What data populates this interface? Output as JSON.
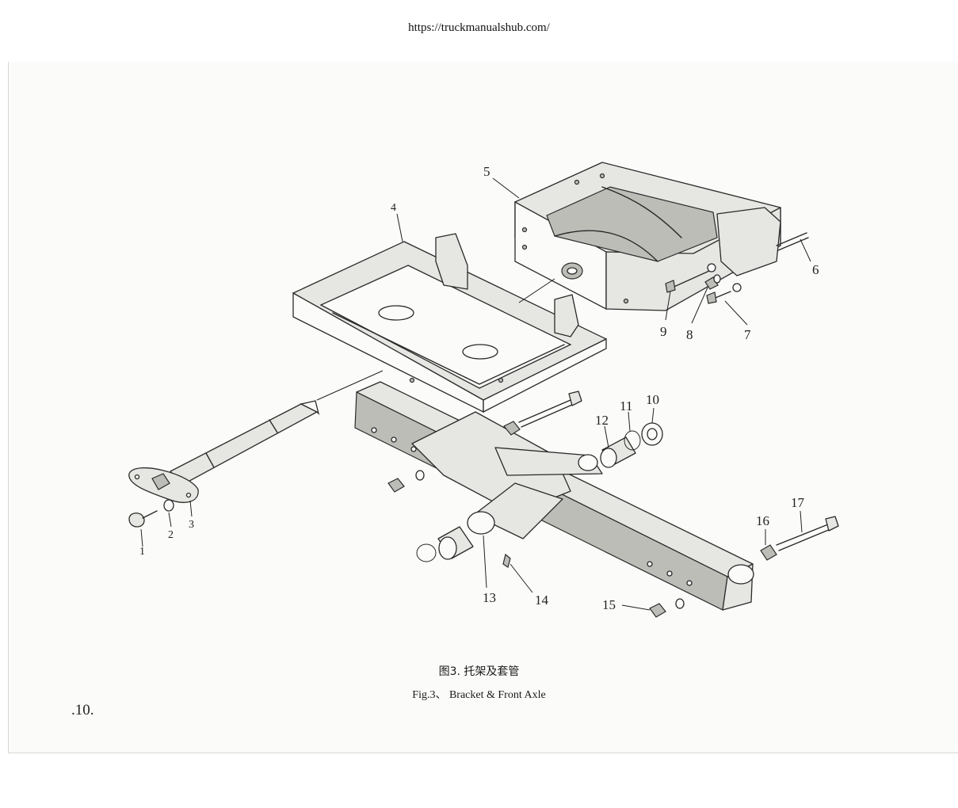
{
  "header": {
    "url": "https://truckmanualshub.com/"
  },
  "diagram": {
    "callouts": [
      "1",
      "2",
      "3",
      "4",
      "5",
      "6",
      "7",
      "8",
      "9",
      "10",
      "11",
      "12",
      "13",
      "14",
      "15",
      "16",
      "17"
    ]
  },
  "caption": {
    "chinese": "图3. 托架及套管",
    "english": "Fig.3、 Bracket  &  Front Axle"
  },
  "page_number": ".10."
}
